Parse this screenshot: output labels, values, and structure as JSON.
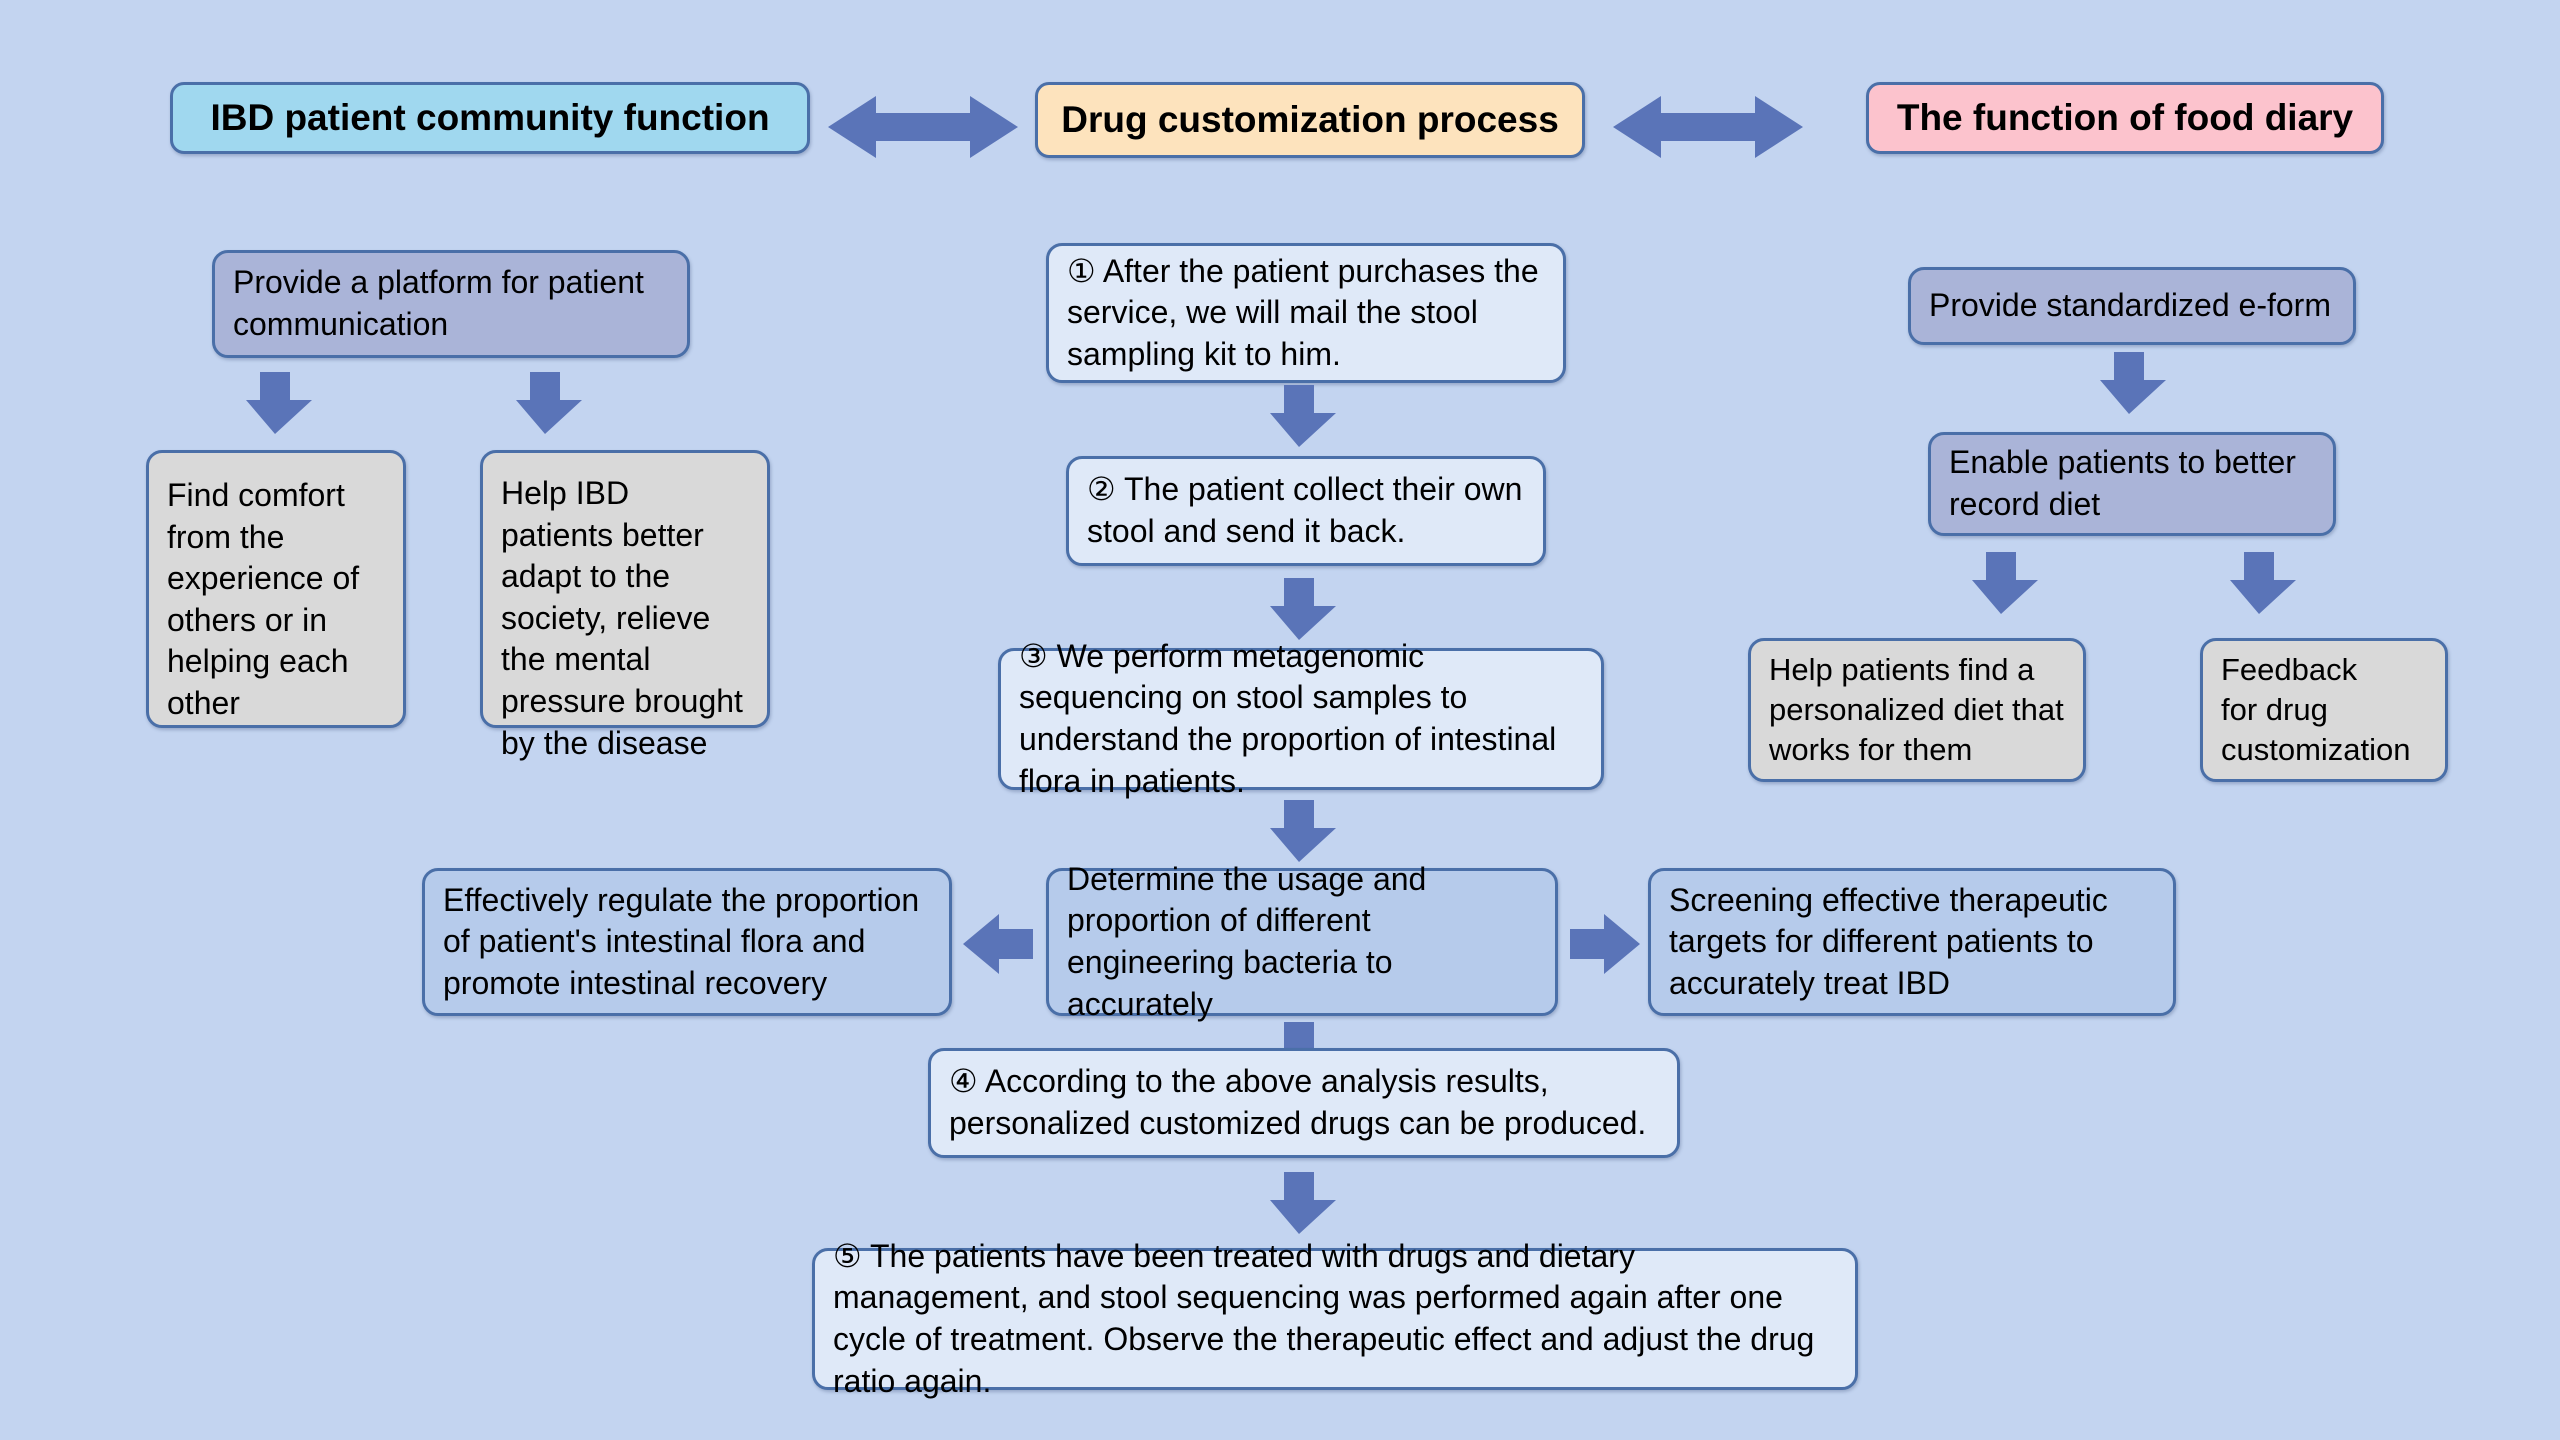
{
  "diagram": {
    "title_bar": {
      "columns": [
        {
          "id": "community",
          "label": "IBD patient community function",
          "color": "#a0d8ef"
        },
        {
          "id": "drug",
          "label": "Drug customization process",
          "color": "#fde3bd"
        },
        {
          "id": "diary",
          "label": "The function of food diary",
          "color": "#fcc3cd"
        }
      ],
      "connector_left": "double-headed-arrow",
      "connector_right": "double-headed-arrow"
    },
    "left_column": {
      "root": "Provide a platform for patient communication",
      "children": [
        "Find comfort from the experience of others or in helping each other",
        "Help IBD patients better adapt to the society, relieve the mental pressure brought by the disease"
      ]
    },
    "center_column": {
      "steps": [
        "① After the patient purchases the service, we will mail the stool sampling kit to him.",
        "② The patient collect their own stool and send it back.",
        "③ We perform metagenomic sequencing on stool samples to understand the proportion of intestinal flora in patients.",
        "④ According to the above analysis results, personalized customized drugs can be produced.",
        "⑤ The patients have been treated with drugs and dietary management, and stool sequencing was performed again after one cycle of treatment. Observe the therapeutic effect and adjust the drug ratio again."
      ],
      "outcome_row": {
        "left": "Effectively regulate the proportion of patient's intestinal flora and promote intestinal recovery",
        "center": " Determine the usage and proportion of different engineering bacteria to accurately",
        "right": "Screening effective therapeutic targets for different patients to accurately treat IBD"
      }
    },
    "right_column": {
      "root": "Provide standardized e-form",
      "second": "Enable patients to better record diet",
      "children": [
        "Help patients find a personalized diet that works for them",
        "Feedback\nfor drug\ncustomization"
      ]
    },
    "colors": {
      "background": "#c3d4f0",
      "arrow": "#5a74b8",
      "border": "#4a6fa8",
      "fill_periwinkle": "#aab4d8",
      "fill_grey": "#d9d9d9",
      "fill_pale_blue": "#dfe9f8",
      "fill_mid_blue": "#b6cbeb"
    }
  }
}
